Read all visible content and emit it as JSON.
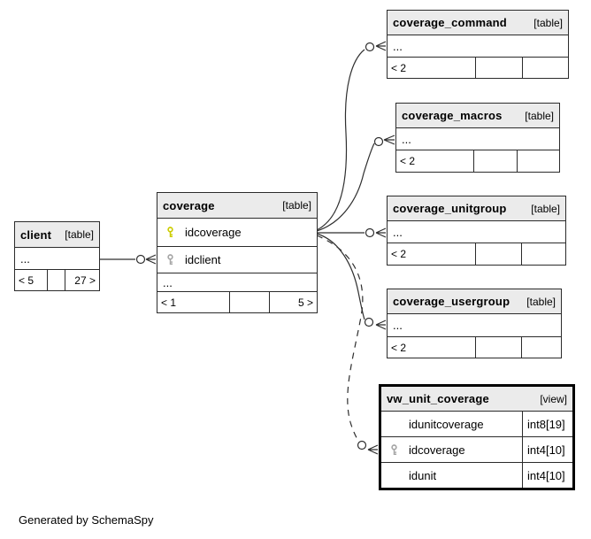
{
  "page": {
    "footer_note": "Generated by SchemaSpy"
  },
  "colors": {
    "bg": "#ffffff",
    "text": "#000000",
    "header-bg": "#ebebeb",
    "border": "#2b2b2b",
    "view-border": "#000000",
    "line": "#2e2e2e",
    "pk-key": "#cccc00",
    "fk-key": "#a6a6a6"
  },
  "tables": [
    {
      "id": "client",
      "name": "client",
      "kind": "[table]",
      "columns": [
        {
          "label": "..."
        }
      ],
      "footer": [
        "< 5",
        "",
        "27 >"
      ]
    },
    {
      "id": "coverage",
      "name": "coverage",
      "kind": "[table]",
      "columns": [
        {
          "label": "idcoverage",
          "key": "primary"
        },
        {
          "label": "idclient",
          "key": "foreign"
        },
        {
          "label": "..."
        }
      ],
      "footer": [
        "< 1",
        "",
        "5 >"
      ]
    },
    {
      "id": "coverage_command",
      "name": "coverage_command",
      "kind": "[table]",
      "columns": [
        {
          "label": "..."
        }
      ],
      "footer": [
        "< 2",
        "",
        ""
      ]
    },
    {
      "id": "coverage_macros",
      "name": "coverage_macros",
      "kind": "[table]",
      "columns": [
        {
          "label": "..."
        }
      ],
      "footer": [
        "< 2",
        "",
        ""
      ]
    },
    {
      "id": "coverage_unitgroup",
      "name": "coverage_unitgroup",
      "kind": "[table]",
      "columns": [
        {
          "label": "..."
        }
      ],
      "footer": [
        "< 2",
        "",
        ""
      ]
    },
    {
      "id": "coverage_usergroup",
      "name": "coverage_usergroup",
      "kind": "[table]",
      "columns": [
        {
          "label": "..."
        }
      ],
      "footer": [
        "< 2",
        "",
        ""
      ]
    },
    {
      "id": "vw_unit_coverage",
      "name": "vw_unit_coverage",
      "kind": "[view]",
      "columns": [
        {
          "label": "idunitcoverage",
          "type": "int8[19]"
        },
        {
          "label": "idcoverage",
          "key": "foreign",
          "type": "int4[10]"
        },
        {
          "label": "idunit",
          "type": "int4[10]"
        }
      ]
    }
  ],
  "relationships": [
    {
      "from": "client",
      "to": "coverage",
      "attaches_at": "idclient",
      "style": "solid"
    },
    {
      "from": "coverage",
      "to": "coverage_command",
      "style": "solid"
    },
    {
      "from": "coverage",
      "to": "coverage_macros",
      "style": "solid"
    },
    {
      "from": "coverage",
      "to": "coverage_unitgroup",
      "style": "solid"
    },
    {
      "from": "coverage",
      "to": "coverage_usergroup",
      "style": "solid"
    },
    {
      "from": "coverage",
      "to": "vw_unit_coverage",
      "attaches_at": "idcoverage",
      "style": "dashed"
    }
  ]
}
